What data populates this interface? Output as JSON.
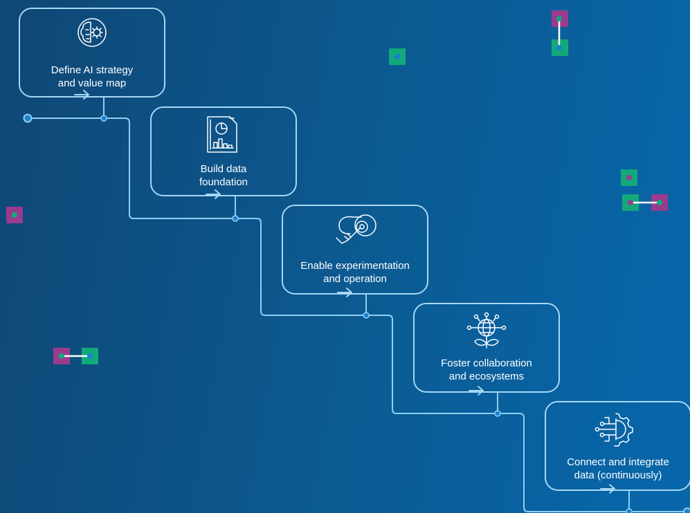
{
  "diagram": {
    "steps": [
      {
        "icon": "brain-gear-icon",
        "lines": [
          "Define AI strategy",
          "and value map"
        ]
      },
      {
        "icon": "chart-document-icon",
        "lines": [
          "Build data",
          "foundation"
        ]
      },
      {
        "icon": "hand-target-gear-icon",
        "lines": [
          "Enable experimentation",
          "and operation"
        ]
      },
      {
        "icon": "globe-plant-network-icon",
        "lines": [
          "Foster collaboration",
          "and ecosystems"
        ]
      },
      {
        "icon": "plug-gear-circuit-icon",
        "lines": [
          "Connect and integrate",
          "data (continuously)"
        ]
      }
    ]
  },
  "colors": {
    "line": "#8fd0f4",
    "box_border": "#a7d8f5",
    "accent_green": "#12a97a",
    "accent_purple": "#9a3b8e",
    "dot_blue": "#1c7fd0"
  }
}
